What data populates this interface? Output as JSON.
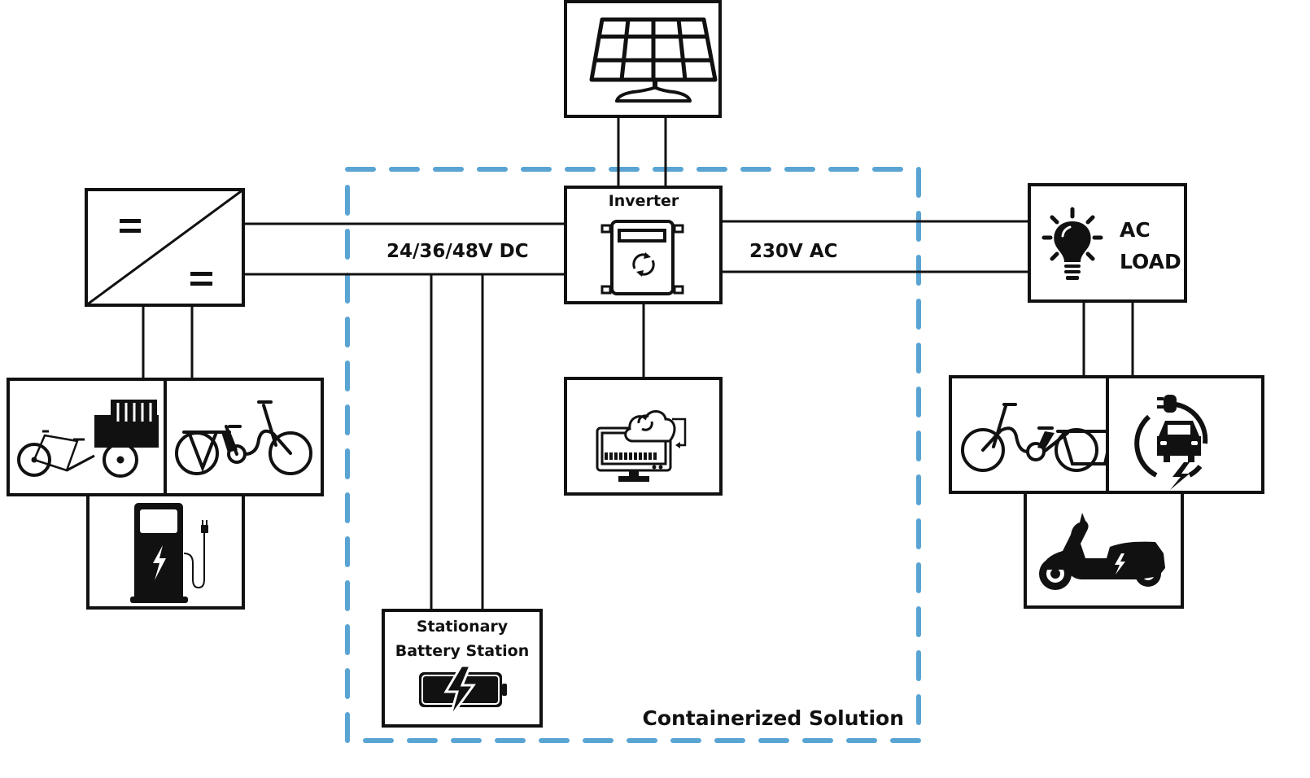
{
  "diagram": {
    "title": "Containerized Solution",
    "container_color": "#5aa4d4",
    "line_color": "#111111",
    "nodes": {
      "solar_panel": {
        "label": "",
        "icon": "solar-panel-icon"
      },
      "inverter": {
        "label": "Inverter",
        "icon": "inverter-icon"
      },
      "dc_dc_converter": {
        "label": "",
        "icon": "dc-dc-converter-icon",
        "symbols": [
          "=",
          "="
        ]
      },
      "ac_load": {
        "label_line1": "AC",
        "label_line2": "LOAD",
        "icon": "light-bulb-icon"
      },
      "monitoring": {
        "label": "",
        "icon": "cloud-monitor-icon"
      },
      "battery_station": {
        "label_line1": "Stationary",
        "label_line2": "Battery Station",
        "icon": "battery-charging-icon"
      },
      "cargo_bike_dc": {
        "icon": "cargo-bike-icon"
      },
      "ebike_dc": {
        "icon": "e-bike-icon"
      },
      "charging_station_dc": {
        "icon": "charging-station-icon"
      },
      "ebike_ac": {
        "icon": "e-bike-icon"
      },
      "ev_charging_ac": {
        "icon": "ev-charging-icon"
      },
      "scooter_ac": {
        "icon": "e-scooter-icon"
      }
    },
    "bus_labels": {
      "dc": "24/36/48V DC",
      "ac": "230V AC"
    }
  }
}
